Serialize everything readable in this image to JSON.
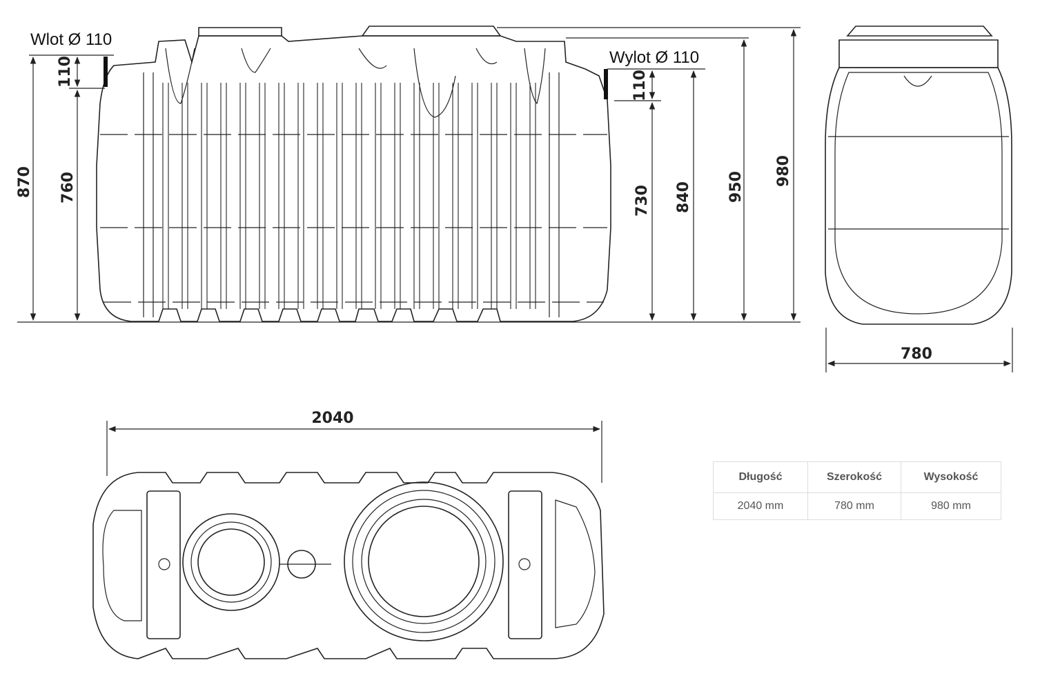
{
  "labels": {
    "inlet": "Wlot Ø 110",
    "outlet": "Wylot Ø 110"
  },
  "dimensions": {
    "d870": "870",
    "d760": "760",
    "d110_in": "110",
    "d110_out": "110",
    "d730": "730",
    "d840": "840",
    "d950": "950",
    "d980": "980",
    "width": "780",
    "length": "2040"
  },
  "spec_table": {
    "headers": [
      "Długość",
      "Szerokość",
      "Wysokość"
    ],
    "values": [
      "2040 mm",
      "780 mm",
      "980 mm"
    ]
  },
  "colors": {
    "line": "#222222",
    "table_border": "#dddddd",
    "table_text": "#555555"
  }
}
